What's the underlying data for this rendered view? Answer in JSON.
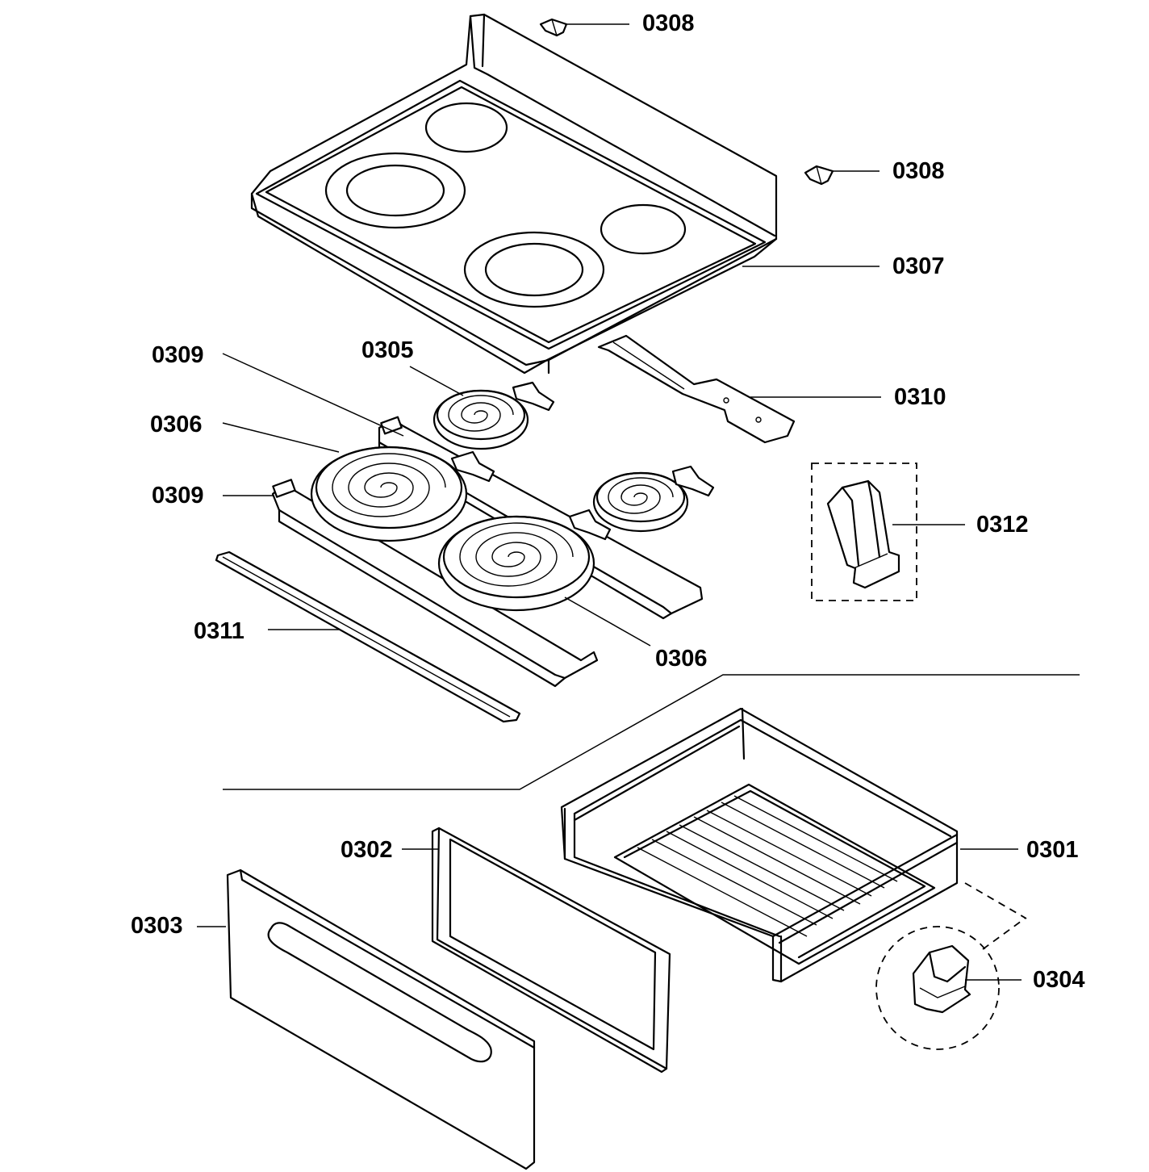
{
  "labels": {
    "l0308a": "0308",
    "l0308b": "0308",
    "l0307": "0307",
    "l0309a": "0309",
    "l0305": "0305",
    "l0310": "0310",
    "l0306a": "0306",
    "l0309b": "0309",
    "l0312": "0312",
    "l0311": "0311",
    "l0306b": "0306",
    "l0302": "0302",
    "l0301": "0301",
    "l0303": "0303",
    "l0304": "0304"
  }
}
